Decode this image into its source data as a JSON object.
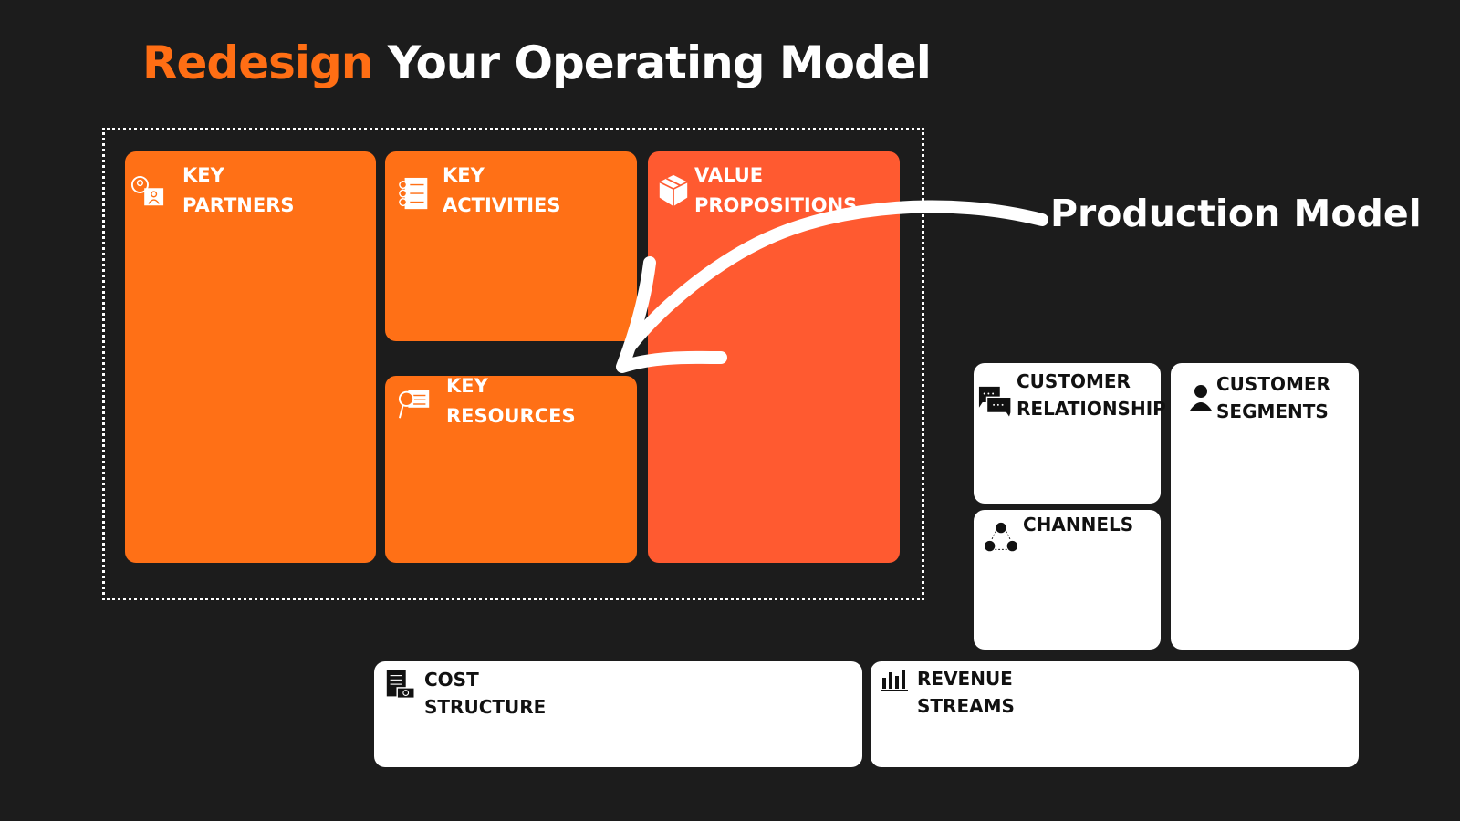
{
  "title": {
    "accent": "Redesign",
    "rest": "Your Operating Model"
  },
  "annotation": "Production Model",
  "colors": {
    "background": "#1c1c1c",
    "orange": "#ff7016",
    "value_red": "#ff5a30",
    "white": "#ffffff"
  },
  "blocks": {
    "key_partners": {
      "line1": "KEY",
      "line2": "PARTNERS",
      "icon": "partners-icon"
    },
    "key_activities": {
      "line1": "KEY",
      "line2": "ACTIVITIES",
      "icon": "checklist-icon"
    },
    "key_resources": {
      "line1": "KEY",
      "line2": "RESOURCES",
      "icon": "resources-icon"
    },
    "value_propositions": {
      "line1": "VALUE",
      "line2": "PROPOSITIONS",
      "icon": "box-icon"
    },
    "customer_relationship": {
      "line1": "CUSTOMER",
      "line2": "RELATIONSHIP",
      "icon": "chat-icon"
    },
    "channels": {
      "line1": "CHANNELS",
      "icon": "network-icon"
    },
    "customer_segments": {
      "line1": "CUSTOMER",
      "line2": "SEGMENTS",
      "icon": "person-icon"
    },
    "cost_structure": {
      "line1": "COST",
      "line2": "STRUCTURE",
      "icon": "invoice-icon"
    },
    "revenue_streams": {
      "line1": "REVENUE",
      "line2": "STREAMS",
      "icon": "bar-chart-icon"
    }
  }
}
